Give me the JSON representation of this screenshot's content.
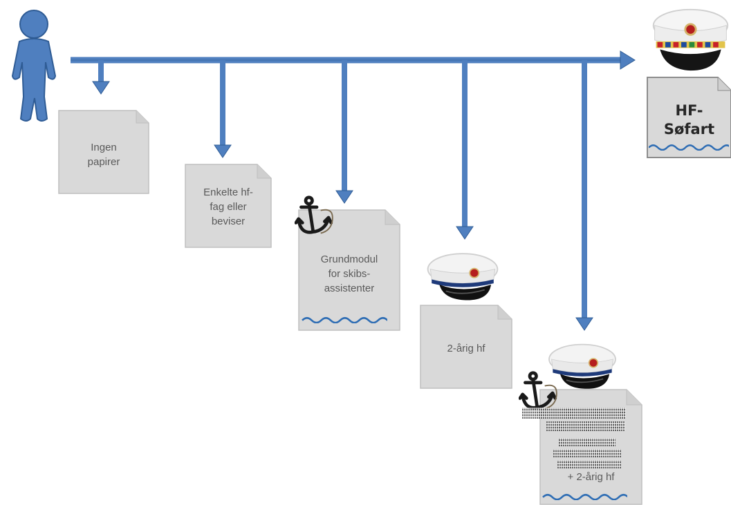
{
  "colors": {
    "arrow": "#4F7FBF",
    "arrow_stroke": "#2F5C95",
    "person": "#4F7FBF",
    "doc_fill": "#D9D9D9",
    "doc_stroke": "#BFBFBF",
    "wave": "#2E6DB4",
    "text": "#595959",
    "text_bold": "#262626"
  },
  "icons": {
    "person": "person-icon",
    "anchor": "anchor-icon",
    "student_cap": "student-cap-icon",
    "maritime_cap": "maritime-cap-icon",
    "wave": "wave-icon"
  },
  "documents": [
    {
      "id": "ingen-papirer",
      "lines": [
        "Ingen",
        "papirer"
      ],
      "anchor": false,
      "cap": false,
      "wave": false
    },
    {
      "id": "enkelte-hf-fag",
      "lines": [
        "Enkelte hf-",
        "fag eller",
        "beviser"
      ],
      "anchor": false,
      "cap": false,
      "wave": false
    },
    {
      "id": "grundmodul",
      "lines": [
        "Grundmodul",
        "for skibs-",
        "assistenter"
      ],
      "anchor": true,
      "cap": false,
      "wave": true
    },
    {
      "id": "2-arig-hf",
      "lines": [
        "2-årig hf"
      ],
      "anchor": false,
      "cap": true,
      "wave": false
    },
    {
      "id": "kombination",
      "lines": [
        "+ 2-årig hf"
      ],
      "anchor": true,
      "cap": true,
      "wave": true
    }
  ],
  "final": {
    "lines": [
      "HF-",
      "Søfart"
    ],
    "cap": true,
    "wave": true
  }
}
